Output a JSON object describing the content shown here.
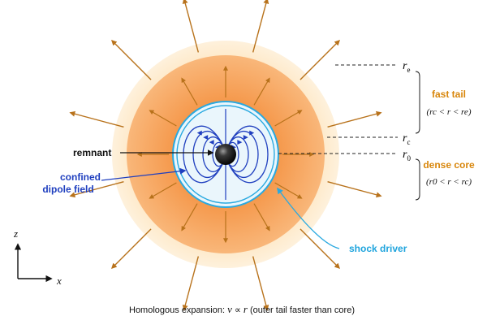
{
  "labels": {
    "remnant": "remnant",
    "field_line1": "confined",
    "field_line2": "dipole field",
    "shock_driver": "shock driver",
    "fast_tail": "fast tail",
    "dense_core": "dense core",
    "r_e": "r",
    "r_e_sub": "e",
    "r_c": "r",
    "r_c_sub": "c",
    "r_0": "r",
    "r_0_sub": "0",
    "tail_range": "(rc < r < re)",
    "core_range": "(r0 < r < rc)",
    "axis_z": "z",
    "axis_x": "x",
    "caption_pre": "Homologous expansion:",
    "caption_v": "v",
    "caption_prop": "∝",
    "caption_r": "r",
    "caption_post": "(outer tail faster than core)"
  },
  "colors": {
    "outer_shell": "#fde3b8",
    "core_shell": "#f7a55e",
    "inner_light": "#eaf6fc",
    "shock": "#29a9e0",
    "field": "#1f3fbf",
    "arrow": "#b8721b",
    "label_orange": "#d8860b",
    "label_blue": "#1f3fbf",
    "shock_label": "#1ea4dd",
    "dark": "#111111"
  }
}
